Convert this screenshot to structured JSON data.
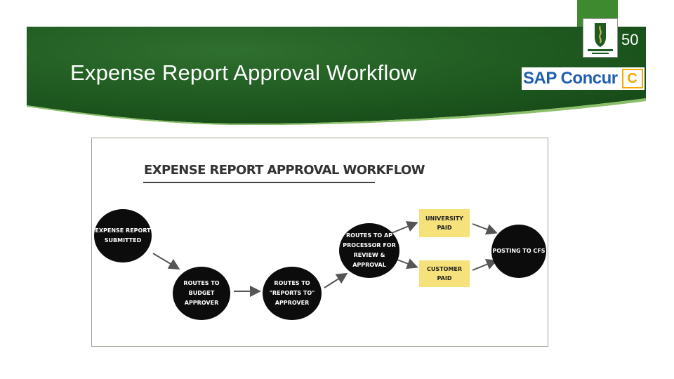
{
  "slide": {
    "title": "Expense Report Approval Workflow",
    "page_number": "50"
  },
  "logos": {
    "sap_concur_text": "SAP Concur",
    "sap_concur_mark": "C"
  },
  "diagram": {
    "title": "EXPENSE REPORT APPROVAL WORKFLOW",
    "nodes": {
      "submitted": "EXPENSE REPORT\nSUBMITTED",
      "budget": "ROUTES TO\nBUDGET\nAPPROVER",
      "reports_to": "ROUTES TO\n\"REPORTS TO\"\nAPPROVER",
      "ap": "ROUTES TO AP\nPROCESSOR FOR\nREVIEW & APPROVAL",
      "university_paid": "UNIVERSITY\nPAID",
      "customer_paid": "CUSTOMER PAID",
      "posting": "POSTING TO CFS"
    }
  },
  "colors": {
    "banner_green": "#1d5a1e",
    "accent_green": "#3e8a2e",
    "node_black": "#0c0c0c",
    "note_yellow": "#f5e27a",
    "sap_blue": "#1f5fae",
    "sap_gold": "#f2a900"
  }
}
